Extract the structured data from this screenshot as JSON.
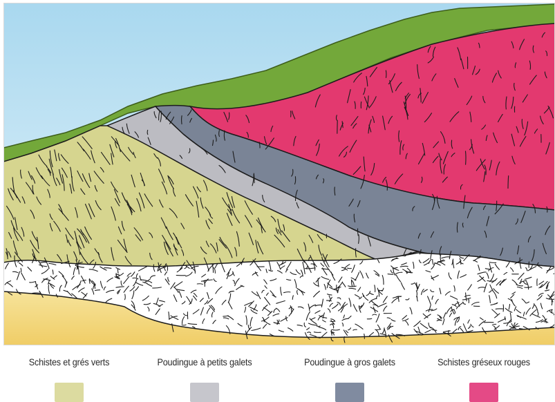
{
  "colors": {
    "sky_top": "#a9d8ef",
    "sky_bottom": "#eaf6fb",
    "vegetation": "#73a83a",
    "red_schist": "#e3396f",
    "coarse_conglomerate": "#7a8496",
    "fine_conglomerate": "#bcbcc2",
    "green_schist": "#d6d58f",
    "scree": "#ffffff",
    "sand": "#f2d472",
    "outline": "#1c1c1c"
  },
  "legend": [
    {
      "label": "Schistes et grés verts",
      "color": "#dcdba0"
    },
    {
      "label": "Poudingue à petits galets",
      "color": "#c6c6cc"
    },
    {
      "label": "Poudingue à gros galets",
      "color": "#808ba0"
    },
    {
      "label": "Schistes gréseux rouges",
      "color": "#e44a86"
    }
  ]
}
